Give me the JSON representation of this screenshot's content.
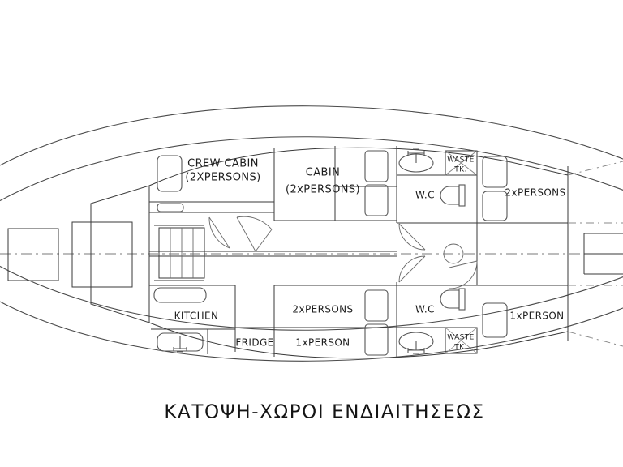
{
  "drawing": {
    "title": "ΚΑΤΟΨΗ-ΧΩΡΟΙ ΕΝΔΙΑΙΤΗΣΕΩΣ",
    "background_color": "#ffffff",
    "line_color": "#3a3a3a",
    "text_color": "#1d1d1d"
  },
  "rooms": {
    "crew_cabin_name": "CREW CABIN",
    "crew_cabin_capacity": "(2XPERSONS)",
    "cabin_name": "CABIN",
    "cabin_capacity": "(2xPERSONS)",
    "wc_upper": "W.C",
    "wc_lower": "W.C",
    "waste_tank_upper_line1": "WASTE",
    "waste_tank_upper_line2": "TK.",
    "waste_tank_lower_line1": "WASTE",
    "waste_tank_lower_line2": "TK.",
    "aft_cabin_upper": "2xPERSONS",
    "aft_cabin_lower": "1xPERSON",
    "kitchen": "KITCHEN",
    "fridge": "FRIDGE",
    "mid_cabin_upper": "2xPERSONS",
    "mid_cabin_lower": "1xPERSON"
  }
}
